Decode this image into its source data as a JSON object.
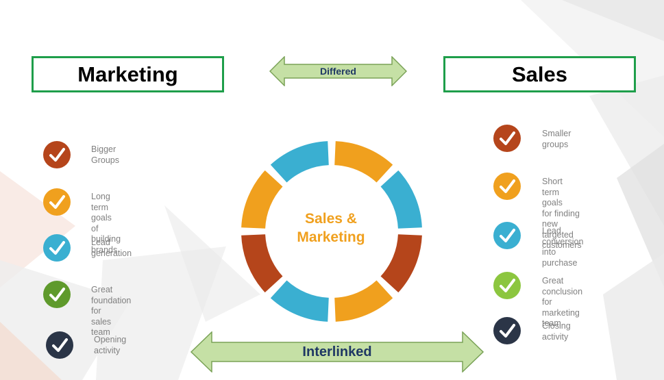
{
  "titles": {
    "left": "Marketing",
    "right": "Sales"
  },
  "arrows": {
    "top_label": "Differed",
    "bottom_label": "Interlinked"
  },
  "center": {
    "label": "Sales &\nMarketing"
  },
  "colors": {
    "orange": "#f0a01e",
    "rust": "#b5451b",
    "blue": "#3aafd1",
    "green": "#5f9a2c",
    "lime": "#8cc63f",
    "navy": "#2b3547",
    "border_green": "#1e9e4a",
    "arrow_fill": "#c5e0a5",
    "arrow_stroke": "#7aa257"
  },
  "marketing": {
    "items": [
      {
        "text": "Bigger Groups",
        "color": "#b5451b",
        "icon": "check-icon"
      },
      {
        "text": "Long term goals\nof building\nbrands",
        "color": "#f0a01e",
        "icon": "check-icon"
      },
      {
        "text": "Lead generation",
        "color": "#3aafd1",
        "icon": "check-icon"
      },
      {
        "text": "Great foundation for\nsales team",
        "color": "#5f9a2c",
        "icon": "check-icon"
      },
      {
        "text": "Opening activity",
        "color": "#2b3547",
        "icon": "check-icon"
      }
    ]
  },
  "sales": {
    "items": [
      {
        "text": "Smaller groups",
        "color": "#b5451b",
        "icon": "check-icon"
      },
      {
        "text": "Short term goals\nfor finding new\ntargeted\ncustomers",
        "color": "#f0a01e",
        "icon": "check-icon"
      },
      {
        "text": "Lead conversion\ninto purchase",
        "color": "#3aafd1",
        "icon": "check-icon"
      },
      {
        "text": "Great conclusion for\nmarketing team",
        "color": "#8cc63f",
        "icon": "check-icon"
      },
      {
        "text": "Closing activity",
        "color": "#2b3547",
        "icon": "check-icon"
      }
    ]
  },
  "wheel": {
    "segment_colors": [
      "#f0a01e",
      "#3aafd1",
      "#b5451b",
      "#f0a01e",
      "#3aafd1",
      "#b5451b",
      "#f0a01e",
      "#3aafd1"
    ]
  }
}
